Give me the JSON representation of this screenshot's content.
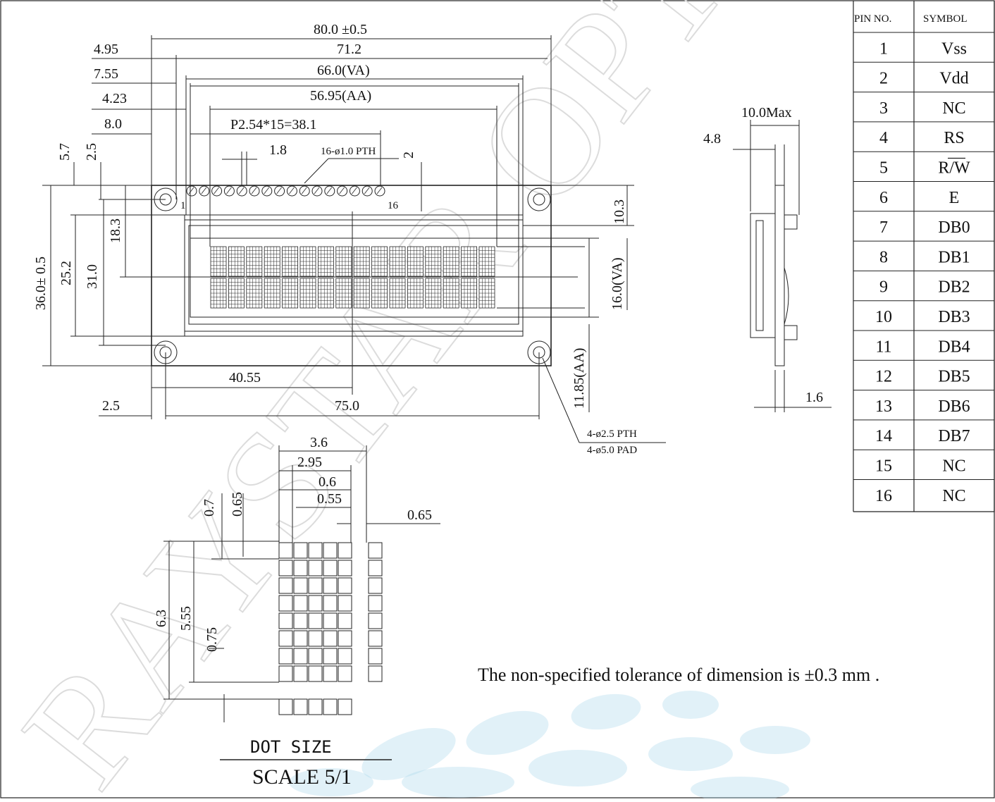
{
  "drawing": {
    "dimensions": {
      "overall_width": "80.0 ±0.5",
      "hole_pitch": "71.2",
      "view_area_width": "66.0(VA)",
      "active_area_width": "56.95(AA)",
      "pin_pitch": "P2.54*15=38.1",
      "pin_hole_spacing": "1.8",
      "pin_holes": "16-ø1.0 PTH",
      "pin_row_offset": "2",
      "left_offsets": [
        "4.95",
        "7.55",
        "4.23",
        "8.0"
      ],
      "top_offsets": [
        "5.7",
        "2.5"
      ],
      "overall_height": "36.0± 0.5",
      "bezel_height": "25.2",
      "hole_vertical_pitch": "31.0",
      "center_height": "18.3",
      "top_to_va": "10.3",
      "va_height": "16.0(VA)",
      "aa_height": "11.85(AA)",
      "center_x": "40.55",
      "hole_horizontal_pitch": "75.0",
      "left_hole_offset": "2.5",
      "mount_holes": "4-ø2.5 PTH",
      "mount_pads": "4-ø5.0 PAD",
      "pin1": "1",
      "pin16": "16"
    },
    "side_view": {
      "max_thickness": "10.0Max",
      "pcb_offset": "4.8",
      "pcb_thickness": "1.6"
    },
    "dot_size": {
      "char_width": "3.6",
      "dot_area_width": "2.95",
      "dot_pitch_x": "0.6",
      "dot_width": "0.55",
      "char_gap": "0.65",
      "dot_pitch_y": "0.7",
      "dot_height": "0.65",
      "char_height": "6.3",
      "dot_area_height": "5.55",
      "cursor_gap": "0.75",
      "title": "DOT SIZE",
      "scale": "SCALE 5/1"
    },
    "tolerance_note": "The non-specified tolerance of dimension is ±0.3 mm .",
    "watermark": "RAYSTAR OPTRONICS"
  },
  "pin_table": {
    "headers": [
      "PIN NO.",
      "SYMBOL"
    ],
    "rows": [
      [
        "1",
        "Vss"
      ],
      [
        "2",
        "Vdd"
      ],
      [
        "3",
        "NC"
      ],
      [
        "4",
        "RS"
      ],
      [
        "5",
        "R/W"
      ],
      [
        "6",
        "E"
      ],
      [
        "7",
        "DB0"
      ],
      [
        "8",
        "DB1"
      ],
      [
        "9",
        "DB2"
      ],
      [
        "10",
        "DB3"
      ],
      [
        "11",
        "DB4"
      ],
      [
        "12",
        "DB5"
      ],
      [
        "13",
        "DB6"
      ],
      [
        "14",
        "DB7"
      ],
      [
        "15",
        "NC"
      ],
      [
        "16",
        "NC"
      ]
    ]
  },
  "colors": {
    "line": "#222222",
    "watermark": "#dcdcdc",
    "blob": "#a9d6ea"
  }
}
